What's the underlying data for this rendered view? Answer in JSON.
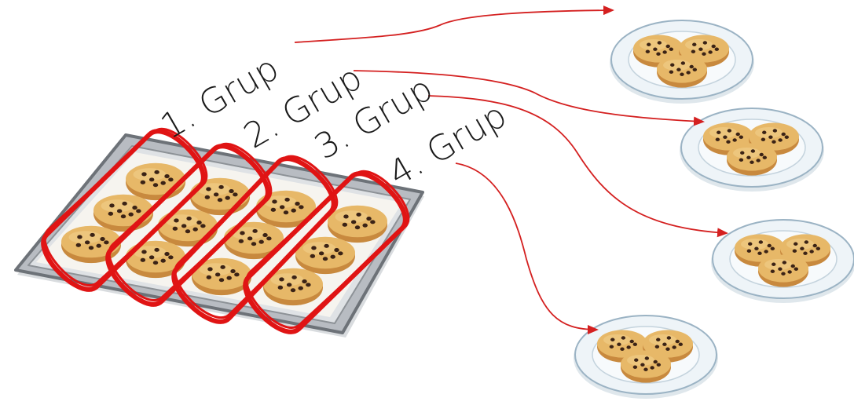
{
  "groups": [
    {
      "label": "1. Grup",
      "cookies_on_tray": 3,
      "cookies_on_plate": 3
    },
    {
      "label": "2. Grup",
      "cookies_on_tray": 3,
      "cookies_on_plate": 3
    },
    {
      "label": "3. Grup",
      "cookies_on_tray": 3,
      "cookies_on_plate": 3
    },
    {
      "label": "4. Grup",
      "cookies_on_tray": 3,
      "cookies_on_plate": 3
    }
  ],
  "tray": {
    "rows": 3,
    "columns": 4
  },
  "colors": {
    "arrow": "#d42020",
    "group_outline": "#e01414",
    "cookie": "#e7b868",
    "cookie_shade": "#c8893e",
    "chip": "#3b2316",
    "tray": "#b8bcc2",
    "tray_rim": "#6d7278",
    "parchment": "#f6f4ef",
    "plate": "#eef4f8",
    "plate_rim": "#9bb3c4"
  },
  "icons": [
    "baking-tray-icon",
    "cookie-icon",
    "plate-icon",
    "arrow-icon"
  ]
}
